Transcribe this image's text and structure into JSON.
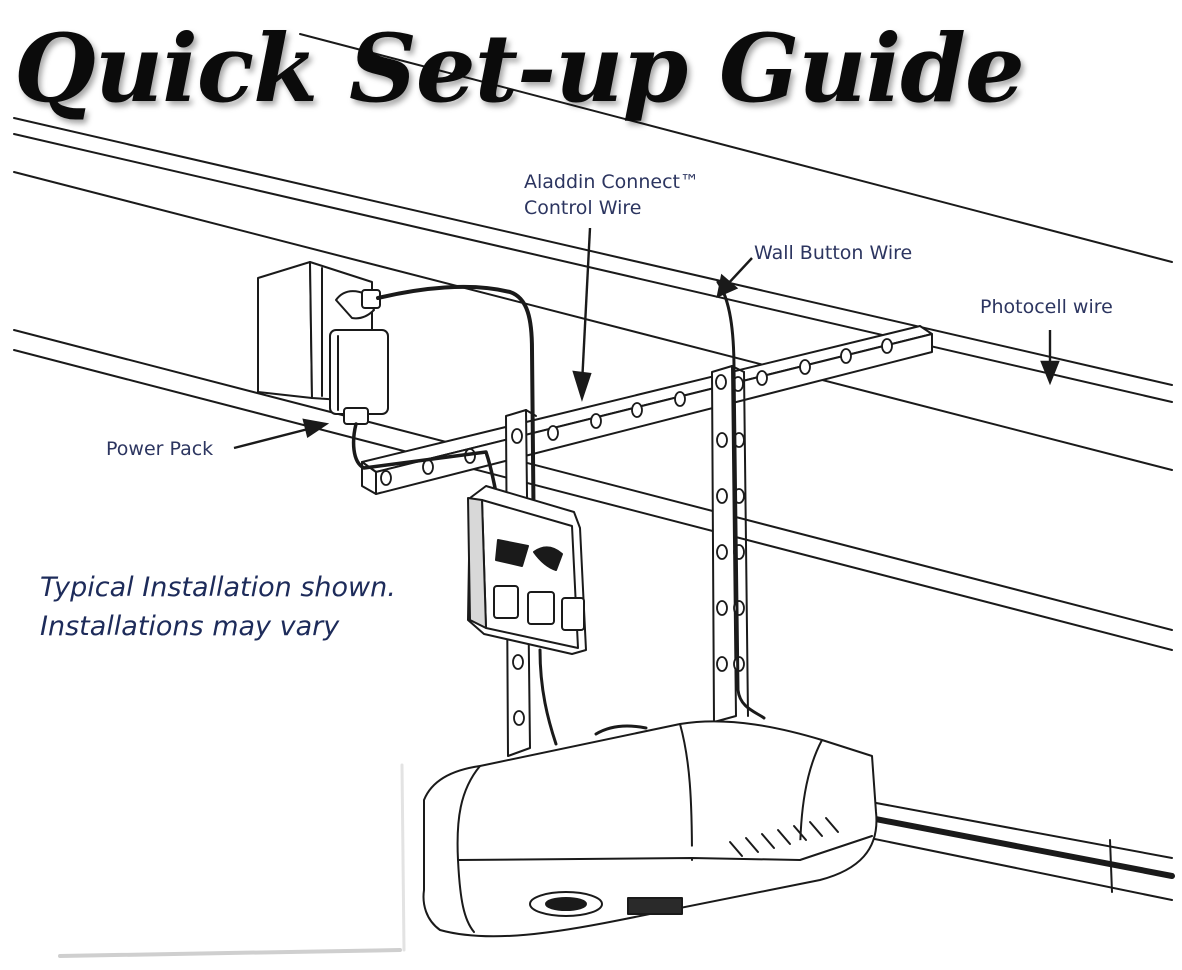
{
  "title": "Quick Set-up Guide",
  "callouts": {
    "control_wire_line1": "Aladdin Connect™",
    "control_wire_line2": "Control Wire",
    "wall_button_wire": "Wall Button Wire",
    "photocell_wire": "Photocell wire",
    "power_pack": "Power Pack"
  },
  "note": {
    "line1": "Typical Installation shown.",
    "line2": "Installations may vary"
  }
}
